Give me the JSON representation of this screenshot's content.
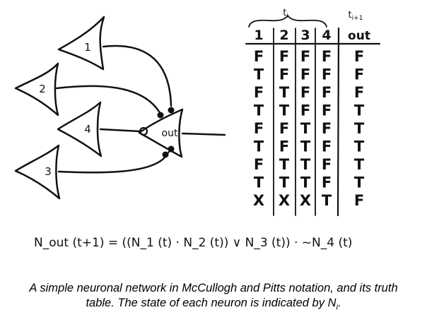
{
  "diagram": {
    "neurons": [
      {
        "id": "n1",
        "label": "1"
      },
      {
        "id": "n2",
        "label": "2"
      },
      {
        "id": "n3",
        "label": "3"
      },
      {
        "id": "n4",
        "label": "4"
      },
      {
        "id": "out",
        "label": "out"
      }
    ],
    "connections": [
      {
        "from": "1",
        "to": "out",
        "type": "excitatory"
      },
      {
        "from": "2",
        "to": "out",
        "type": "excitatory"
      },
      {
        "from": "4",
        "to": "out",
        "type": "inhibitory"
      },
      {
        "from": "3",
        "to": "out",
        "type": "excitatory"
      }
    ]
  },
  "truth_table": {
    "time_label_t": "t",
    "time_label_t_sub": "i",
    "time_label_next": "t",
    "time_label_next_sub": "i+1",
    "headers": [
      "1",
      "2",
      "3",
      "4",
      "out"
    ],
    "rows": [
      [
        "F",
        "F",
        "F",
        "F",
        "F"
      ],
      [
        "T",
        "F",
        "F",
        "F",
        "F"
      ],
      [
        "F",
        "T",
        "F",
        "F",
        "F"
      ],
      [
        "T",
        "T",
        "F",
        "F",
        "T"
      ],
      [
        "F",
        "F",
        "T",
        "F",
        "T"
      ],
      [
        "T",
        "F",
        "T",
        "F",
        "T"
      ],
      [
        "F",
        "T",
        "T",
        "F",
        "T"
      ],
      [
        "T",
        "T",
        "T",
        "F",
        "T"
      ],
      [
        "X",
        "X",
        "X",
        "T",
        "F"
      ]
    ]
  },
  "equation": "N_out (t+1) = ((N_1 (t) · N_2 (t)) ∨ N_3 (t)) · ~N_4 (t)",
  "caption": {
    "line1": "A simple neuronal network in McCullogh and Pitts notation, and its truth",
    "line2_prefix": "table.  The state of each neuron is indicated by N",
    "line2_sub": "i",
    "line2_suffix": "."
  }
}
